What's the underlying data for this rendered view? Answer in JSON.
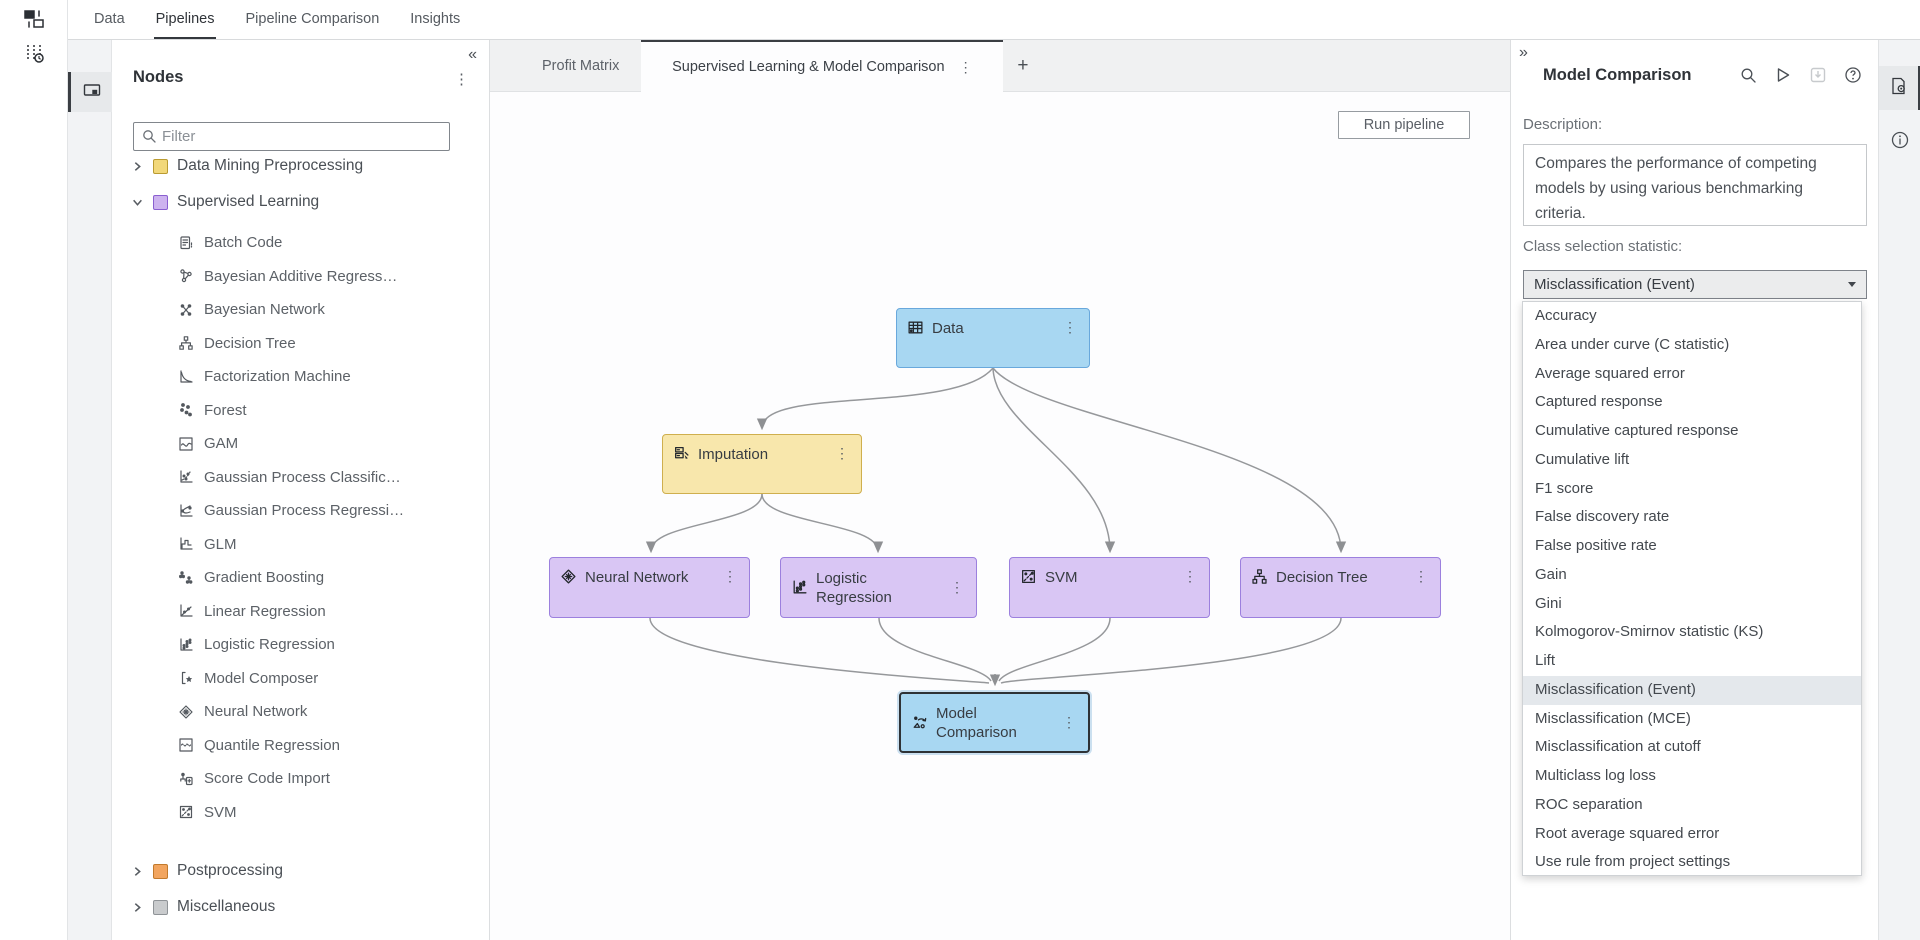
{
  "topbar": {
    "tabs": [
      {
        "label": "Data",
        "active": false
      },
      {
        "label": "Pipelines",
        "active": true
      },
      {
        "label": "Pipeline Comparison",
        "active": false
      },
      {
        "label": "Insights",
        "active": false
      }
    ]
  },
  "left_rail": {
    "icons": [
      "swap-view-icon",
      "queued-tasks-icon"
    ]
  },
  "tool_rail": {
    "icons": [
      "nodes-panel-toggle-icon"
    ]
  },
  "nodes_panel": {
    "title": "Nodes",
    "collapse_icon": "«",
    "menu_icon": "⋮",
    "filter_placeholder": "Filter",
    "groups": [
      {
        "label": "Data Mining Preprocessing",
        "swatch": "#F2D87A",
        "swatch_border": "#BA9B31",
        "expanded": false,
        "items": []
      },
      {
        "label": "Supervised Learning",
        "swatch": "#CDB3EF",
        "swatch_border": "#8A5FD0",
        "expanded": true,
        "items": [
          {
            "label": "Batch Code",
            "icon": "batch-code-icon",
            "glyph": "doc"
          },
          {
            "label": "Bayesian Additive Regress…",
            "icon": "bayesian-additive-regression-icon",
            "glyph": "net"
          },
          {
            "label": "Bayesian Network",
            "icon": "bayesian-network-icon",
            "glyph": "net2"
          },
          {
            "label": "Decision Tree",
            "icon": "decision-tree-icon",
            "glyph": "tree"
          },
          {
            "label": "Factorization Machine",
            "icon": "factorization-machine-icon",
            "glyph": "curve"
          },
          {
            "label": "Forest",
            "icon": "forest-icon",
            "glyph": "dots"
          },
          {
            "label": "GAM",
            "icon": "gam-icon",
            "glyph": "wave"
          },
          {
            "label": "Gaussian Process Classific…",
            "icon": "gaussian-process-classification-icon",
            "glyph": "scatter"
          },
          {
            "label": "Gaussian Process Regressi…",
            "icon": "gaussian-process-regression-icon",
            "glyph": "band"
          },
          {
            "label": "GLM",
            "icon": "glm-icon",
            "glyph": "step"
          },
          {
            "label": "Gradient Boosting",
            "icon": "gradient-boosting-icon",
            "glyph": "trees"
          },
          {
            "label": "Linear Regression",
            "icon": "linear-regression-icon",
            "glyph": "line"
          },
          {
            "label": "Logistic Regression",
            "icon": "logistic-regression-icon",
            "glyph": "dotcol"
          },
          {
            "label": "Model Composer",
            "icon": "model-composer-icon",
            "glyph": "star"
          },
          {
            "label": "Neural Network",
            "icon": "neural-network-icon",
            "glyph": "diamond"
          },
          {
            "label": "Quantile Regression",
            "icon": "quantile-regression-icon",
            "glyph": "wave2"
          },
          {
            "label": "Score Code Import",
            "icon": "score-code-import-icon",
            "glyph": "import"
          },
          {
            "label": "SVM",
            "icon": "svm-icon",
            "glyph": "svmbox"
          }
        ]
      },
      {
        "label": "Postprocessing",
        "swatch": "#F2A55F",
        "swatch_border": "#C27A2C",
        "expanded": false,
        "items": []
      },
      {
        "label": "Miscellaneous",
        "swatch": "#C9CBCD",
        "swatch_border": "#8F9397",
        "expanded": false,
        "items": []
      }
    ]
  },
  "canvas": {
    "tabs": [
      {
        "label": "Profit Matrix",
        "active": false
      },
      {
        "label": "Supervised Learning & Model Comparison",
        "active": true
      }
    ],
    "tab_menu_icon": "⋮",
    "add_tab_icon": "+",
    "run_button_label": "Run pipeline",
    "node_colors": {
      "data": "#A8D7F2",
      "data_border": "#69A8DC",
      "preprocess": "#F8E7AC",
      "preprocess_border": "#CFAF4E",
      "model": "#D9C6F4",
      "model_border": "#9C80DE"
    },
    "pipeline_nodes": [
      {
        "label": "Data",
        "icon": "data-table-icon",
        "glyph": "grid",
        "kind": "data",
        "selected": false
      },
      {
        "label": "Imputation",
        "icon": "imputation-icon",
        "glyph": "impute",
        "kind": "preprocess",
        "selected": false
      },
      {
        "label": "Neural Network",
        "icon": "neural-network-icon",
        "glyph": "diamond",
        "kind": "model",
        "selected": false
      },
      {
        "label": "Logistic Regression",
        "icon": "logistic-regression-icon",
        "glyph": "dotcol",
        "kind": "model",
        "selected": false
      },
      {
        "label": "SVM",
        "icon": "svm-icon",
        "glyph": "svmbox",
        "kind": "model",
        "selected": false
      },
      {
        "label": "Decision Tree",
        "icon": "decision-tree-icon",
        "glyph": "tree",
        "kind": "model",
        "selected": false
      },
      {
        "label": "Model Comparison",
        "icon": "model-comparison-icon",
        "glyph": "compare",
        "kind": "data",
        "selected": true
      }
    ],
    "node_menu_icon": "⋮"
  },
  "right_panel": {
    "collapse_icon": "»",
    "title": "Model Comparison",
    "toolbar_icons": [
      "search-icon",
      "run-node-icon",
      "save-icon",
      "help-icon"
    ],
    "description_label": "Description:",
    "description_text": "Compares the performance of competing models by using various benchmarking criteria.",
    "class_stat_label": "Class selection statistic:",
    "dropdown_value": "Misclassification (Event)",
    "dropdown_options": [
      "Accuracy",
      "Area under curve (C statistic)",
      "Average squared error",
      "Captured response",
      "Cumulative captured response",
      "Cumulative lift",
      "F1 score",
      "False discovery rate",
      "False positive rate",
      "Gain",
      "Gini",
      "Kolmogorov-Smirnov statistic (KS)",
      "Lift",
      "Misclassification (Event)",
      "Misclassification (MCE)",
      "Misclassification at cutoff",
      "Multiclass log loss",
      "ROC separation",
      "Root average squared error",
      "Use rule from project settings"
    ],
    "highlighted_option": "Misclassification (Event)"
  },
  "right_rail": {
    "icons": [
      "node-properties-icon",
      "info-icon"
    ]
  }
}
